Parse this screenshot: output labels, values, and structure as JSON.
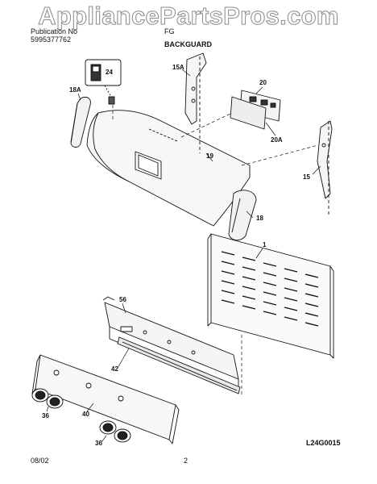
{
  "watermark": "AppliancePartsPros.com",
  "header": {
    "line1_left": "Publication No",
    "line2_left": "5995377762",
    "model_partial": "FG",
    "section_title": "BACKGUARD"
  },
  "callouts": {
    "c24": "24",
    "c18a": "18A",
    "c15a": "15A",
    "c20": "20",
    "c20a": "20A",
    "c19": "19",
    "c15": "15",
    "c18": "18",
    "c1": "1",
    "c56": "56",
    "c42": "42",
    "c40": "40",
    "c36a": "36",
    "c36b": "36"
  },
  "footer": {
    "date": "08/02",
    "page": "2",
    "drawing_code": "L24G0015"
  }
}
